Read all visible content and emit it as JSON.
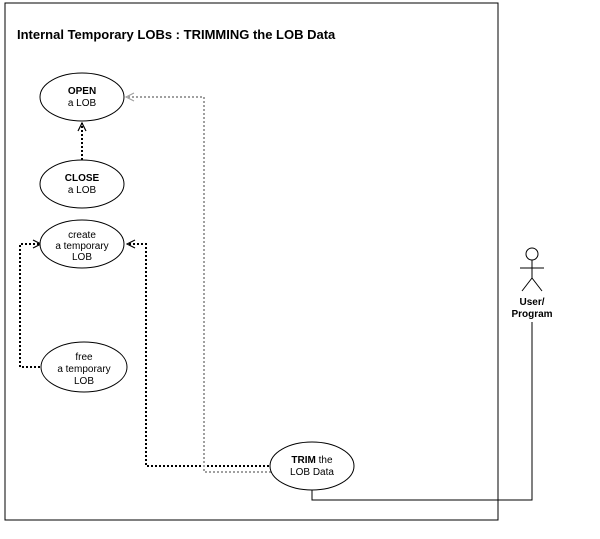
{
  "diagram": {
    "title": "Internal Temporary LOBs : TRIMMING the LOB Data",
    "use_cases": {
      "open": {
        "line1": "OPEN",
        "line2": "a LOB"
      },
      "close": {
        "line1": "CLOSE",
        "line2": "a LOB"
      },
      "create": {
        "line1": "create",
        "line2": "a temporary",
        "line3": "LOB"
      },
      "free": {
        "line1": "free",
        "line2": "a temporary",
        "line3": "LOB"
      },
      "trim": {
        "line1_bold": "TRIM",
        "line1_rest": " the",
        "line2": "LOB Data"
      }
    },
    "actor": {
      "line1": "User/",
      "line2": "Program"
    },
    "colors": {
      "line": "#000000",
      "optional_link": "#a0a0a0",
      "background": "#ffffff"
    }
  }
}
